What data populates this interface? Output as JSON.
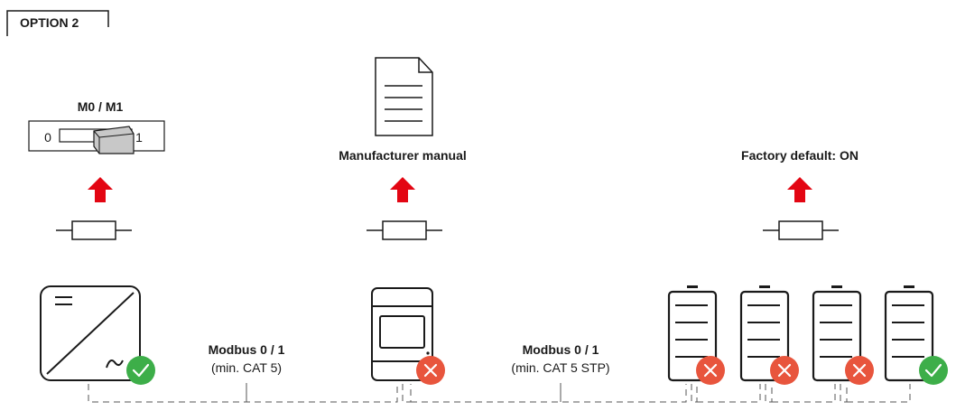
{
  "option_label": "OPTION 2",
  "termination_switch": {
    "title": "M0 / M1",
    "position_0": "0",
    "position_1": "1"
  },
  "meter_termination_label": "Manufacturer manual",
  "battery_termination_label": "Factory default: ON",
  "links": [
    {
      "protocol": "Modbus 0 / 1",
      "cable": "(min. CAT 5)"
    },
    {
      "protocol": "Modbus 0 / 1",
      "cable": "(min. CAT 5 STP)"
    }
  ],
  "devices": {
    "inverter": {
      "icon": "inverter-icon",
      "status": "terminated"
    },
    "meter": {
      "icon": "energy-meter-icon",
      "status": "not-terminated"
    },
    "batteries": [
      {
        "icon": "battery-icon",
        "status": "not-terminated"
      },
      {
        "icon": "battery-icon",
        "status": "not-terminated"
      },
      {
        "icon": "battery-icon",
        "status": "not-terminated"
      },
      {
        "icon": "battery-icon",
        "status": "terminated"
      }
    ]
  },
  "colors": {
    "check": "#3dae49",
    "cross": "#e8553d",
    "arrow": "#e30613",
    "switch_knob": "#c8c8c8",
    "line": "#1a1a1a"
  }
}
